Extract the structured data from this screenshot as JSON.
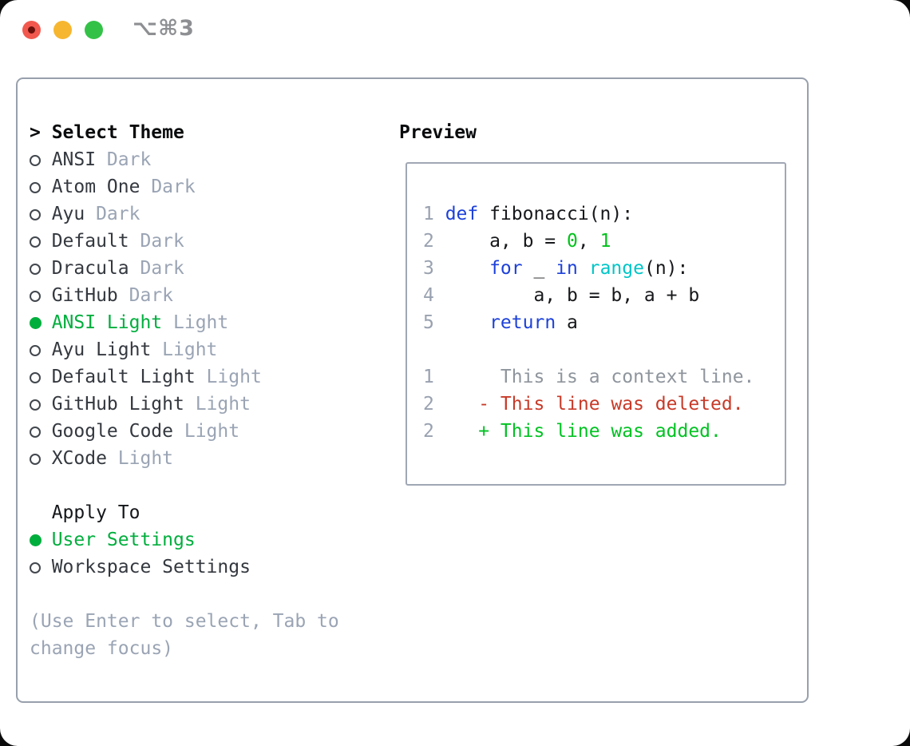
{
  "window": {
    "title": "⌥⌘3",
    "traffic_lights": [
      "close",
      "minimize",
      "zoom"
    ]
  },
  "theme_panel": {
    "header_prefix": ">",
    "header": "Select Theme",
    "themes": [
      {
        "name": "ANSI",
        "variant": "Dark",
        "selected": false
      },
      {
        "name": "Atom One",
        "variant": "Dark",
        "selected": false
      },
      {
        "name": "Ayu",
        "variant": "Dark",
        "selected": false
      },
      {
        "name": "Default",
        "variant": "Dark",
        "selected": false
      },
      {
        "name": "Dracula",
        "variant": "Dark",
        "selected": false
      },
      {
        "name": "GitHub",
        "variant": "Dark",
        "selected": false
      },
      {
        "name": "ANSI Light",
        "variant": "Light",
        "selected": true
      },
      {
        "name": "Ayu Light",
        "variant": "Light",
        "selected": false
      },
      {
        "name": "Default Light",
        "variant": "Light",
        "selected": false
      },
      {
        "name": "GitHub Light",
        "variant": "Light",
        "selected": false
      },
      {
        "name": "Google Code",
        "variant": "Light",
        "selected": false
      },
      {
        "name": "XCode",
        "variant": "Light",
        "selected": false
      }
    ],
    "apply_to": {
      "header": "Apply To",
      "options": [
        {
          "label": "User Settings",
          "selected": true
        },
        {
          "label": "Workspace Settings",
          "selected": false
        }
      ]
    },
    "hint_lines": [
      "(Use Enter to select, Tab to",
      "change focus)"
    ]
  },
  "preview": {
    "header": "Preview",
    "lines": [
      {
        "num": "1",
        "tokens": [
          [
            "kw",
            "def"
          ],
          [
            "plain",
            " fibonacci(n):"
          ]
        ]
      },
      {
        "num": "2",
        "tokens": [
          [
            "plain",
            "    a, b = "
          ],
          [
            "lit",
            "0"
          ],
          [
            "plain",
            ", "
          ],
          [
            "lit",
            "1"
          ]
        ]
      },
      {
        "num": "3",
        "tokens": [
          [
            "plain",
            "    "
          ],
          [
            "kw",
            "for"
          ],
          [
            "plain",
            " _ "
          ],
          [
            "kw",
            "in"
          ],
          [
            "plain",
            " "
          ],
          [
            "fn",
            "range"
          ],
          [
            "plain",
            "(n):"
          ]
        ]
      },
      {
        "num": "4",
        "tokens": [
          [
            "plain",
            "        a, b = b, a + b"
          ]
        ]
      },
      {
        "num": "5",
        "tokens": [
          [
            "plain",
            "    "
          ],
          [
            "kw",
            "return"
          ],
          [
            "plain",
            " a"
          ]
        ]
      },
      {
        "num": "",
        "tokens": []
      },
      {
        "num": "1",
        "tokens": [
          [
            "ctx",
            "     This is a context line."
          ]
        ]
      },
      {
        "num": "2",
        "tokens": [
          [
            "del",
            "   - This line was deleted."
          ]
        ]
      },
      {
        "num": "2",
        "tokens": [
          [
            "add",
            "   + This line was added."
          ]
        ]
      }
    ]
  },
  "colors": {
    "selection_green": "#00ae3d",
    "keyword_blue": "#1d41d9",
    "builtin_cyan": "#00c5c7",
    "literal_green": "#00c21b",
    "deleted_red": "#c83a28",
    "added_green": "#00c222",
    "muted_gray": "#9aa4b4",
    "context_gray": "#8f959d",
    "line_number_gray": "#99a1b0",
    "traffic_red": "#f2584e",
    "traffic_yellow": "#f6b62f",
    "traffic_green": "#33c247"
  }
}
